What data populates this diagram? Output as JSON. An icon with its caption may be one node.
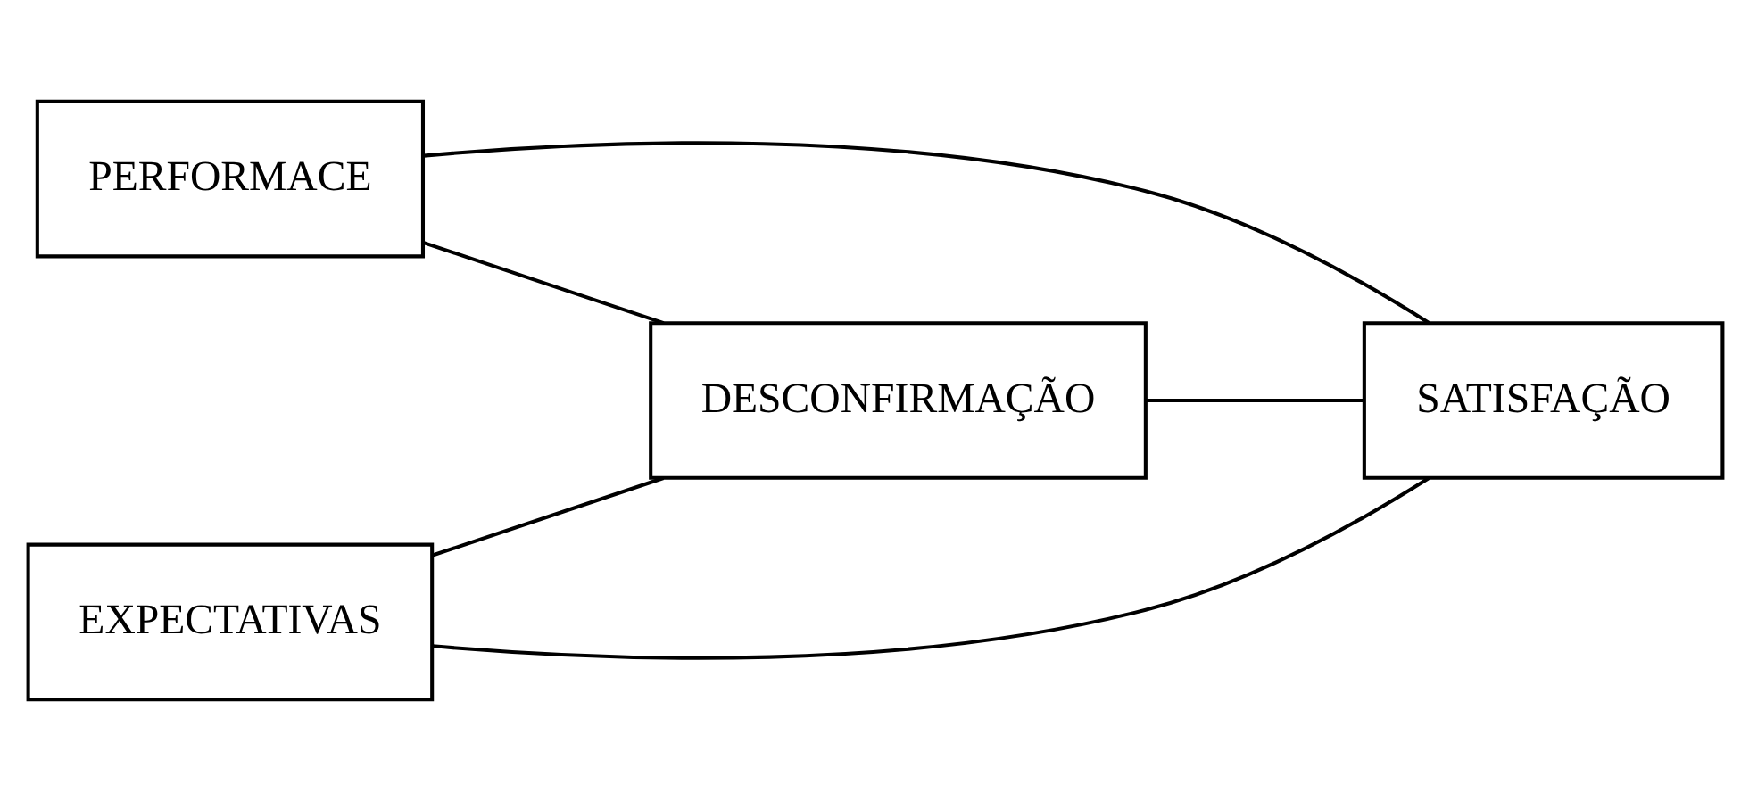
{
  "diagram": {
    "nodes": [
      {
        "text": [
          "PERFORMACE"
        ]
      },
      {
        "text": [
          "DESCONFIRMAÇÃO"
        ]
      },
      {
        "text": [
          "SATISFAÇÃO"
        ]
      },
      {
        "text": [
          "EXPECTATIVAS"
        ]
      }
    ],
    "edges": [
      {
        "from": 0,
        "to": 2,
        "arrow": "none"
      },
      {
        "from": 0,
        "to": 1,
        "arrow": "none"
      },
      {
        "from": 1,
        "to": 2,
        "arrow": "none"
      },
      {
        "from": 3,
        "to": 1,
        "arrow": "none"
      },
      {
        "from": 3,
        "to": 2,
        "arrow": "none"
      }
    ]
  }
}
